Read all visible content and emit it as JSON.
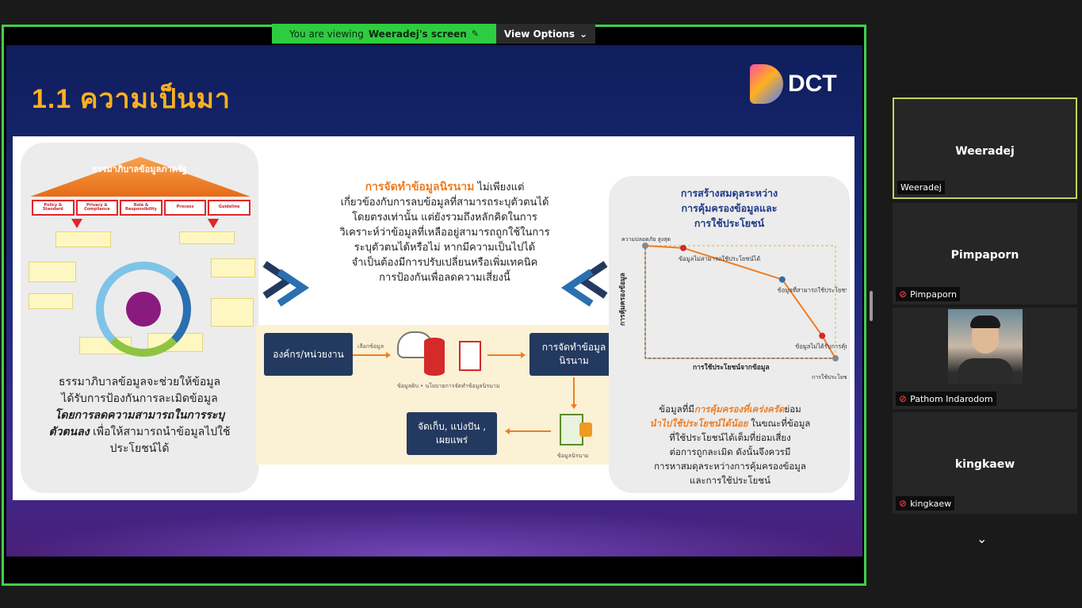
{
  "banner": {
    "viewing_prefix": "You are viewing",
    "viewing_name": "Weeradej's screen",
    "view_options": "View Options"
  },
  "slide": {
    "title": "1.1 ความเป็นมา",
    "logo_text": "DCT",
    "left": {
      "roof_label": "ธรรมาภิบาลข้อมูลภาครัฐ",
      "pillars": [
        "Policy & Standard",
        "Privacy & Compliance",
        "Role & Responsibility",
        "Process",
        "Guideline"
      ],
      "text_1": "ธรรมาภิบาลข้อมูลจะช่วยให้ข้อมูล",
      "text_2": "ได้รับการป้องกันการละเมิดข้อมูล",
      "text_3_bold": "โดยการลดความสามารถในการระบุ",
      "text_4_bold": "ตัวตนลง",
      "text_4_rest": "เพื่อให้สามารถนำข้อมูลไปใช้",
      "text_5": "ประโยชน์ได้"
    },
    "middle": {
      "highlight": "การจัดทำข้อมูลนิรนาม",
      "line_1_rest": "ไม่เพียงแต่",
      "line_2": "เกี่ยวข้องกับการลบข้อมูลที่สามารถระบุตัวตนได้",
      "line_3": "โดยตรงเท่านั้น แต่ยังรวมถึงหลักคิดในการ",
      "line_4": "วิเคราะห์ว่าข้อมูลที่เหลืออยู่สามารถถูกใช้ในการ",
      "line_5": "ระบุตัวตนได้หรือไม่ หากมีความเป็นไปได้",
      "line_6": "จำเป็นต้องมีการปรับเปลี่ยนหรือเพิ่มเทคนิค",
      "line_7": "การป้องกันเพื่อลดความเสี่ยงนี้"
    },
    "flow": {
      "org_box": "องค์กร/หน่วยงาน",
      "anon_box": "การจัดทำข้อมูลนิรนาม",
      "store_box_1": "จัดเก็บ, แบ่งปัน ,",
      "store_box_2": "เผยแพร่",
      "label_select": "เลือกข้อมูล",
      "label_source": "ข้อมูลดิบ • นโยบายการจัดทำข้อมูลนิรนาม",
      "label_anon": "ข้อมูลนิรนาม"
    },
    "right": {
      "title_1": "การสร้างสมดุลระหว่าง",
      "title_2": "การคุ้มครองข้อมูลและ",
      "title_3": "การใช้ประโยชน์",
      "chart_data": {
        "type": "line",
        "ylabel": "การคุ้มครองข้อมูล",
        "xlabel": "การใช้ประโยชน์จากข้อมูล",
        "y_top_label": "ความปลอดภัย สูงสุด",
        "x_right_label": "การใช้ประโยชน์ สูงสุด",
        "points": [
          {
            "x": 0.0,
            "y": 1.0,
            "label": ""
          },
          {
            "x": 0.2,
            "y": 0.98,
            "label": "ข้อมูลไม่สามารถใช้ประโยชน์ได้"
          },
          {
            "x": 0.72,
            "y": 0.7,
            "label": "ข้อมูลที่สามารถใช้ประโยชน์ได้"
          },
          {
            "x": 0.93,
            "y": 0.2,
            "label": "ข้อมูลไม่ได้รับการคุ้มครอง"
          },
          {
            "x": 1.0,
            "y": 0.0,
            "label": ""
          }
        ],
        "colors": {
          "curve": "#ef7d22",
          "mid": "#2a6fb0",
          "end": "#d42a2a",
          "start": "#888888"
        }
      },
      "text_1_pre": "ข้อมูลที่มี",
      "text_1_hl": "การคุ้มครองที่เคร่งครัด",
      "text_1_post": "ย่อม",
      "text_2_hl": "นำไปใช้ประโยชน์ได้น้อย",
      "text_2_post": " ในขณะที่ข้อมูล",
      "text_3": "ที่ใช้ประโยชน์ได้เต็มที่ย่อมเสี่ยง",
      "text_4": "ต่อการถูกละเมิด ดังนั้นจึงควรมี",
      "text_5": "การหาสมดุลระหว่างการคุ้มครองข้อมูล",
      "text_6": "และการใช้ประโยชน์"
    }
  },
  "participants": [
    {
      "name": "Weeradej",
      "label": "Weeradej",
      "muted": false,
      "active": true
    },
    {
      "name": "Pimpaporn",
      "label": "Pimpaporn",
      "muted": true,
      "active": false
    },
    {
      "name": "",
      "label": "Pathom Indarodom",
      "muted": true,
      "active": false
    },
    {
      "name": "kingkaew",
      "label": "kingkaew",
      "muted": true,
      "active": false
    }
  ],
  "colors": {
    "share_border": "#3fd14a",
    "banner": "#2ecc40",
    "accent": "#ef7d22",
    "title": "#ffb020"
  }
}
